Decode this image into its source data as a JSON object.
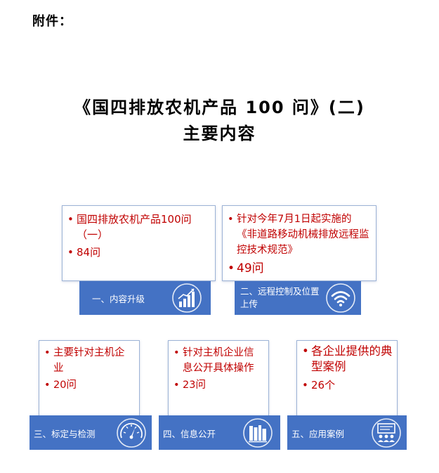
{
  "header": {
    "attachment_label": "附件：",
    "title_line1": "《国四排放农机产品 100 问》(二)",
    "title_line2": "主要内容"
  },
  "cards": [
    {
      "bullets": [
        "国四排放农机产品100问（一）",
        "84问"
      ],
      "bar_label": "一、内容升级",
      "icon": "bar-chart-icon"
    },
    {
      "bullets": [
        "针对今年7月1日起实施的《非道路移动机械排放远程监控技术规范》",
        "49问"
      ],
      "bar_label": "二、远程控制及位置上传",
      "icon": "wifi-icon"
    },
    {
      "bullets": [
        "主要针对主机企业",
        "20问"
      ],
      "bar_label": "三、标定与检测",
      "icon": "gauge-icon"
    },
    {
      "bullets": [
        "针对主机企业信息公开具体操作",
        "23问"
      ],
      "bar_label": "四、信息公开",
      "icon": "books-icon"
    },
    {
      "bullets": [
        "各企业提供的典型案例",
        "26个"
      ],
      "bar_label": "五、应用案例",
      "icon": "audience-icon"
    }
  ],
  "colors": {
    "bar_blue": "#4472c4",
    "bullet_red": "#c00000",
    "card_border": "#9db3d6"
  }
}
